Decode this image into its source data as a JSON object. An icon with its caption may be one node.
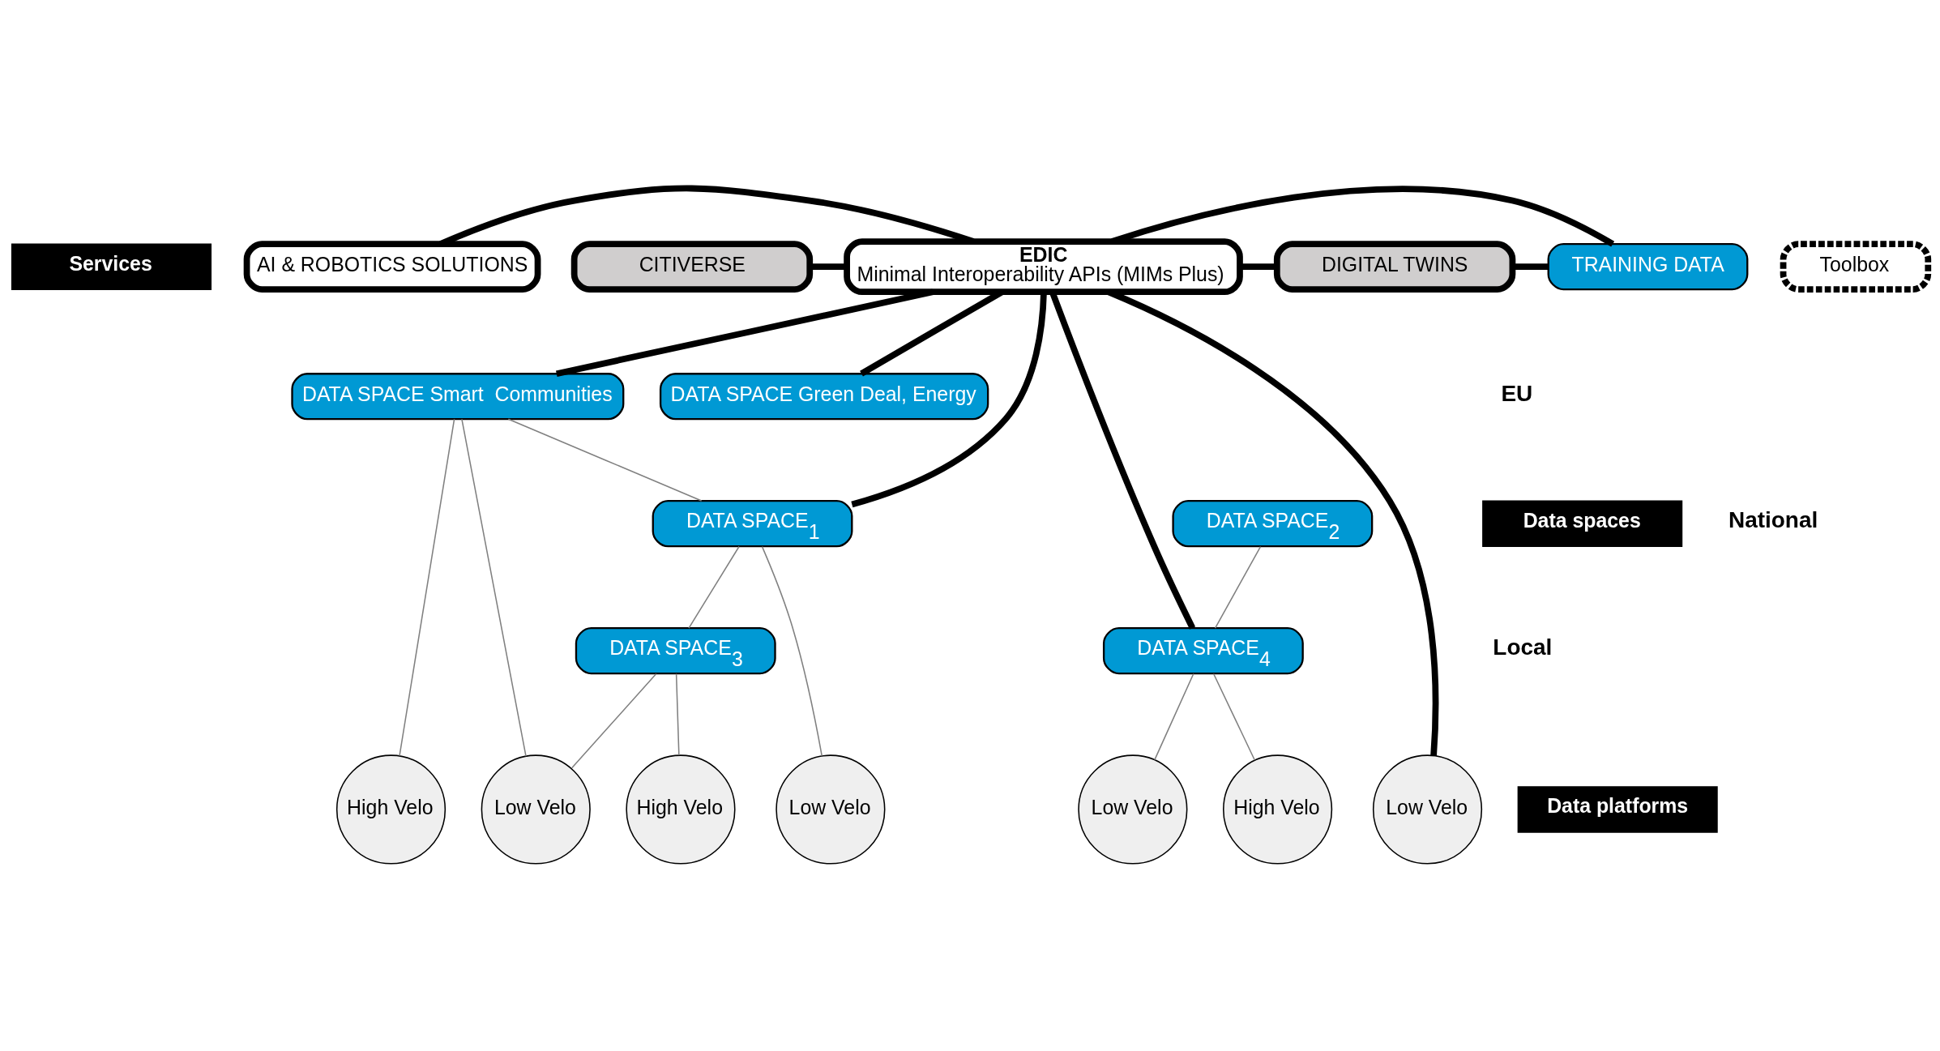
{
  "diagram": {
    "nodes": [
      {
        "text": [
          "Services"
        ]
      },
      {
        "text": [
          "CITIVERSE"
        ]
      },
      {
        "text": [
          "AI & ROBOTICS SOLUTIONS"
        ]
      },
      {
        "text": [
          "EDIC",
          "Minimal Interoperability APIs (MIMs Plus)"
        ]
      },
      {
        "text": [
          "DIGITAL TWINS"
        ]
      },
      {
        "text": [
          "TRAINING DATA"
        ]
      },
      {
        "text": [
          "Toolbox"
        ]
      },
      {
        "text": [
          "Data spaces"
        ]
      },
      {
        "text": [
          "DATA SPACE Smart  Communities"
        ]
      },
      {
        "text": [
          "DATA SPACE Green Deal, Energy"
        ]
      },
      {
        "text": [
          "DATA SPACE$_{1}$"
        ]
      },
      {
        "text": [
          "DATA SPACE$_{2}$"
        ]
      },
      {
        "text": [
          "DATA SPACE$_{3}$"
        ]
      },
      {
        "text": [
          "DATA SPACE$_{4}$"
        ]
      },
      {
        "text": [
          "Data platforms"
        ]
      },
      {
        "text": [
          "High Velo"
        ]
      },
      {
        "text": [
          "Low Velo"
        ]
      },
      {
        "text": [
          "High Velo"
        ]
      },
      {
        "text": [
          "Low Velo"
        ]
      },
      {
        "text": [
          "High Velo"
        ]
      },
      {
        "text": [
          "Low Velo"
        ]
      },
      {
        "text": [
          "Low Velo"
        ]
      }
    ],
    "edges": [
      {
        "from": 1,
        "to": 3,
        "arrow": "none",
        "style": "thick"
      },
      {
        "from": 2,
        "to": 3,
        "arrow": "none",
        "style": "thick"
      },
      {
        "from": 3,
        "to": 4,
        "arrow": "none",
        "style": "thick"
      },
      {
        "from": 3,
        "to": 5,
        "arrow": "none",
        "style": "thick"
      },
      {
        "from": 4,
        "to": 5,
        "arrow": "none",
        "style": "thick"
      },
      {
        "from": 3,
        "to": 8,
        "arrow": "none",
        "style": "thick"
      },
      {
        "from": 3,
        "to": 9,
        "arrow": "none",
        "style": "thick"
      },
      {
        "from": 3,
        "to": 10,
        "arrow": "none",
        "style": "thick"
      },
      {
        "from": 3,
        "to": 13,
        "arrow": "none",
        "style": "thick"
      },
      {
        "from": 3,
        "to": 21,
        "arrow": "none",
        "style": "thick"
      },
      {
        "from": 8,
        "to": 10,
        "arrow": "none",
        "color": "#808080"
      },
      {
        "from": 8,
        "to": 15,
        "arrow": "none",
        "color": "#808080"
      },
      {
        "from": 8,
        "to": 16,
        "arrow": "none",
        "color": "#808080"
      },
      {
        "from": 10,
        "to": 12,
        "arrow": "none",
        "color": "#808080"
      },
      {
        "from": 10,
        "to": 18,
        "arrow": "none",
        "color": "#808080"
      },
      {
        "from": 11,
        "to": 13,
        "arrow": "none",
        "color": "#808080"
      },
      {
        "from": 12,
        "to": 16,
        "arrow": "none",
        "color": "#808080"
      },
      {
        "from": 12,
        "to": 17,
        "arrow": "none",
        "color": "#808080"
      },
      {
        "from": 13,
        "to": 19,
        "arrow": "none",
        "color": "#808080"
      },
      {
        "from": 13,
        "to": 20,
        "arrow": "none",
        "color": "#808080"
      }
    ],
    "labels": [
      "EU",
      "National",
      "Local"
    ]
  }
}
